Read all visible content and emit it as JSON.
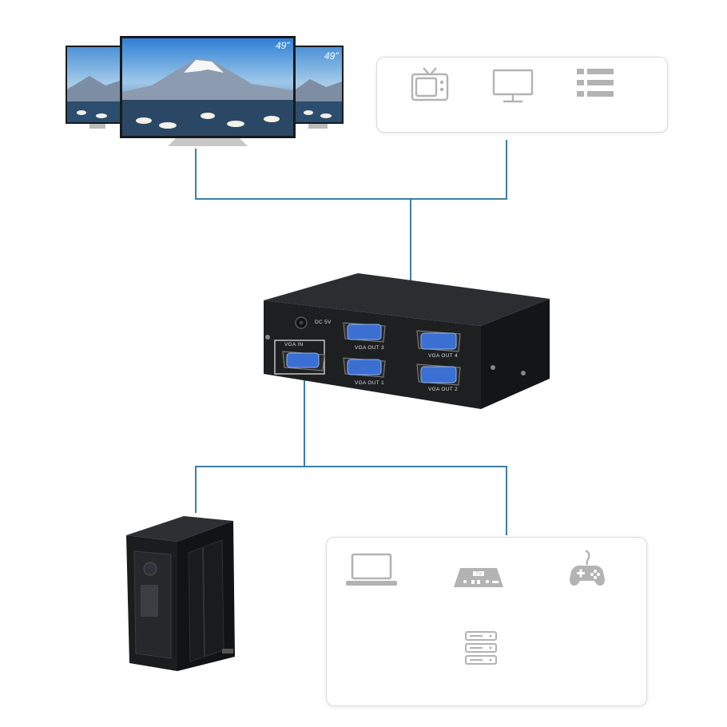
{
  "displays": {
    "left_size": "",
    "center_size": "49\"",
    "right_size": "49\""
  },
  "splitter": {
    "power_label": "DC 5V",
    "vga_in_label": "VGA IN",
    "out3_label": "VGA OUT 3",
    "out4_label": "VGA OUT 4",
    "out1_label": "VGA OUT 1",
    "out2_label": "VGA OUT 2"
  },
  "output_devices_icons": [
    "tv-icon",
    "monitor-icon",
    "list-icon"
  ],
  "input_devices_icons": [
    "laptop-icon",
    "tv-box-icon",
    "gamepad-icon",
    "server-icon"
  ],
  "colors": {
    "connector_line": "#3b7fa6",
    "icon_gray": "#b3b3b3",
    "vga_port_blue": "#3b6fd1",
    "device_body": "#1f1f21"
  }
}
